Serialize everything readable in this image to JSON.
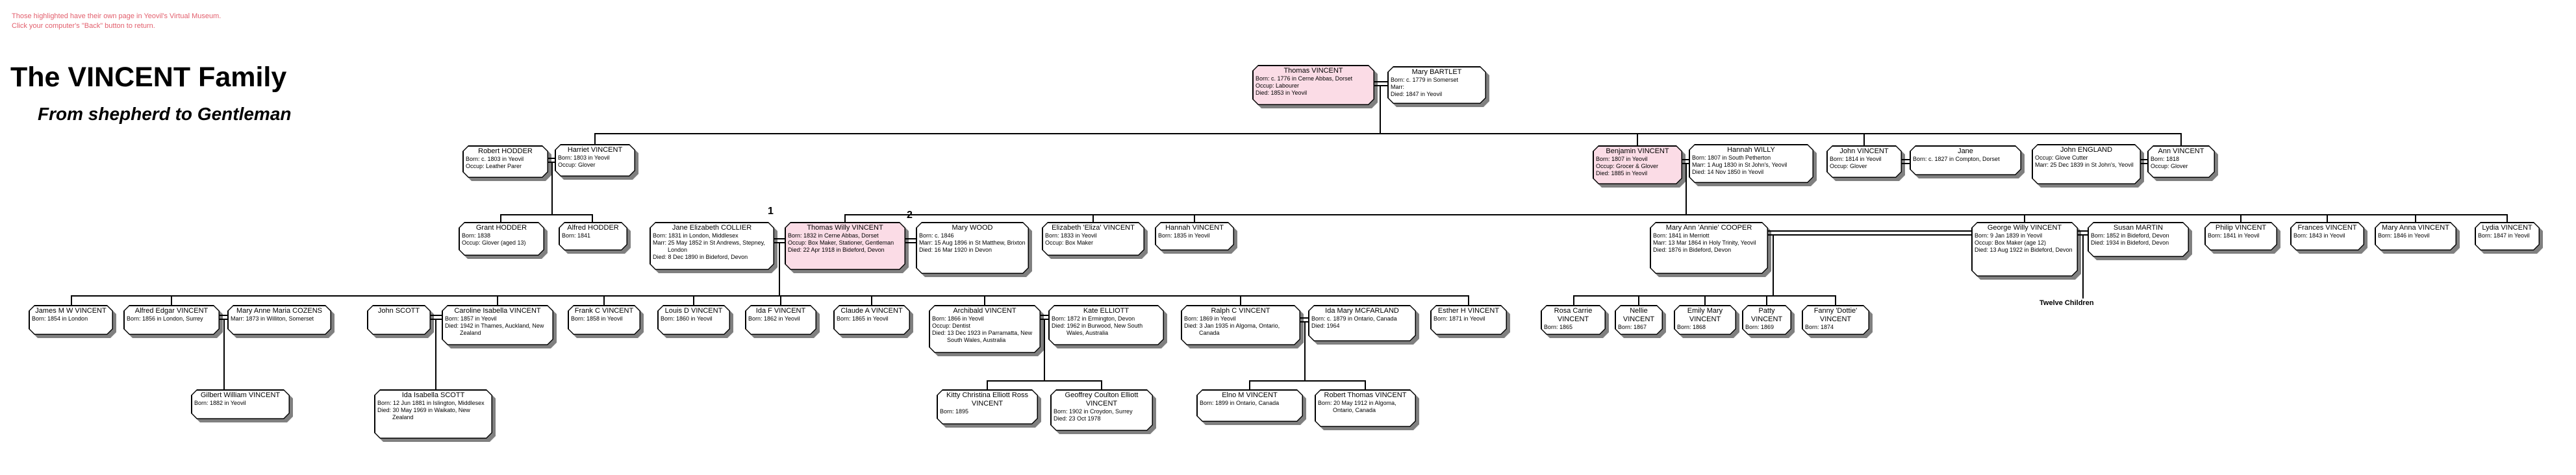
{
  "header": {
    "note_line1": "Those highlighted have their own page in Yeovil's Virtual Museum.",
    "note_line2": "Click your computer's \"Back\" button to return.",
    "title": "The VINCENT Family",
    "subtitle": "From shepherd to Gentleman"
  },
  "markers": {
    "first_marriage": "1",
    "second_marriage": "2",
    "twelve_children": "Twelve Children"
  },
  "colors": {
    "highlight_pink": "#fbdce6",
    "note_red": "#e25f6d",
    "box_shadow_gray": "#808080",
    "line_black": "#000000"
  },
  "tree": {
    "persons": [
      {
        "id": "thomas-vincent",
        "name": "Thomas VINCENT",
        "highlighted": true,
        "details": [
          "Born: c. 1776 in Cerne Abbas, Dorset",
          "Occup: Labourer",
          "Died: 1853 in Yeovil"
        ]
      },
      {
        "id": "mary-bartlet",
        "name": "Mary BARTLET",
        "highlighted": false,
        "details": [
          "Born: c. 1779 in Somerset",
          "Marr:",
          "Died: 1847 in Yeovil"
        ]
      },
      {
        "id": "robert-hodder",
        "name": "Robert HODDER",
        "highlighted": false,
        "details": [
          "Born: c. 1803 in Yeovil",
          "Occup: Leather Parer"
        ]
      },
      {
        "id": "harriet-vincent",
        "name": "Harriet VINCENT",
        "highlighted": false,
        "details": [
          "Born: 1803 in Yeovil",
          "Occup: Glover"
        ]
      },
      {
        "id": "benjamin-vincent",
        "name": "Benjamin VINCENT",
        "highlighted": true,
        "details": [
          "Born: 1807 in Yeovil",
          "Occup: Grocer & Glover",
          "Died: 1885 in Yeovil"
        ]
      },
      {
        "id": "hannah-willy",
        "name": "Hannah WILLY",
        "highlighted": false,
        "details": [
          "Born: 1807 in South Petherton",
          "Marr: 1 Aug 1830 in St John's, Yeovil",
          "Died: 14 Nov 1850 in Yeovil"
        ]
      },
      {
        "id": "john-vincent",
        "name": "John VINCENT",
        "highlighted": false,
        "details": [
          "Born: 1814 in Yeovil",
          "Occup: Glover"
        ]
      },
      {
        "id": "jane",
        "name": "Jane",
        "highlighted": false,
        "details": [
          "Born: c. 1827 in Compton, Dorset"
        ]
      },
      {
        "id": "john-england",
        "name": "John ENGLAND",
        "highlighted": false,
        "details": [
          "Occup: Glove Cutter",
          "Marr: 25 Dec 1839 in St John's, Yeovil"
        ]
      },
      {
        "id": "ann-vincent",
        "name": "Ann VINCENT",
        "highlighted": false,
        "details": [
          "Born: 1818",
          "Occup: Glover"
        ]
      },
      {
        "id": "grant-hodder",
        "name": "Grant HODDER",
        "highlighted": false,
        "details": [
          "Born: 1838",
          "Occup: Glover (aged 13)"
        ]
      },
      {
        "id": "alfred-hodder",
        "name": "Alfred HODDER",
        "highlighted": false,
        "details": [
          "Born: 1841"
        ]
      },
      {
        "id": "jane-elizabeth-collier",
        "name": "Jane Elizabeth COLLIER",
        "highlighted": false,
        "details": [
          "Born: 1831 in London, Middlesex",
          "Marr: 25 May 1852 in St Andrews, Stepney, London",
          "Died: 8 Dec 1890 in Bideford, Devon"
        ]
      },
      {
        "id": "thomas-willy-vincent",
        "name": "Thomas Willy VINCENT",
        "highlighted": true,
        "details": [
          "Born: 1832 in Cerne Abbas, Dorset",
          "Occup: Box Maker, Stationer, Gentleman",
          "Died: 22 Apr 1918 in Bideford, Devon"
        ]
      },
      {
        "id": "mary-wood",
        "name": "Mary WOOD",
        "highlighted": false,
        "details": [
          "Born: c. 1846",
          "Marr: 15 Aug 1896 in St Matthew, Brixton",
          "Died: 16 Mar 1920 in Devon"
        ]
      },
      {
        "id": "elizabeth-eliza-vincent",
        "name": "Elizabeth 'Eliza' VINCENT",
        "highlighted": false,
        "details": [
          "Born: 1833 in Yeovil",
          "Occup: Box Maker"
        ]
      },
      {
        "id": "hannah-vincent",
        "name": "Hannah VINCENT",
        "highlighted": false,
        "details": [
          "Born: 1835 in Yeovil"
        ]
      },
      {
        "id": "mary-ann-annie-cooper",
        "name": "Mary Ann 'Annie' COOPER",
        "highlighted": false,
        "details": [
          "Born: 1841 in Merriott",
          "Marr: 13 Mar 1864 in Holy Trinity, Yeovil",
          "Died: 1876 in Bideford, Devon"
        ]
      },
      {
        "id": "george-willy-vincent",
        "name": "George Willy VINCENT",
        "highlighted": false,
        "details": [
          "Born: 9 Jan 1839 in Yeovil",
          "Occup: Box Maker (age 12)",
          "Died: 13 Aug 1922 in Bideford, Devon"
        ]
      },
      {
        "id": "susan-martin",
        "name": "Susan MARTIN",
        "highlighted": false,
        "details": [
          "Born: 1852 in Bideford, Devon",
          "Died: 1934 in Bideford, Devon"
        ]
      },
      {
        "id": "philip-vincent",
        "name": "Philip VINCENT",
        "highlighted": false,
        "details": [
          "Born: 1841 in Yeovil"
        ]
      },
      {
        "id": "frances-vincent",
        "name": "Frances VINCENT",
        "highlighted": false,
        "details": [
          "Born: 1843 in Yeovil"
        ]
      },
      {
        "id": "mary-anna-vincent",
        "name": "Mary Anna VINCENT",
        "highlighted": false,
        "details": [
          "Born: 1846 in Yeovil"
        ]
      },
      {
        "id": "lydia-vincent",
        "name": "Lydia VINCENT",
        "highlighted": false,
        "details": [
          "Born: 1847 in Yeovil"
        ]
      },
      {
        "id": "james-m-w-vincent",
        "name": "James M W VINCENT",
        "highlighted": false,
        "details": [
          "Born: 1854 in London"
        ]
      },
      {
        "id": "alfred-edgar-vincent",
        "name": "Alfred Edgar VINCENT",
        "highlighted": false,
        "details": [
          "Born: 1856 in London, Surrey"
        ]
      },
      {
        "id": "mary-anne-maria-cozens",
        "name": "Mary Anne Maria COZENS",
        "highlighted": false,
        "details": [
          "Marr: 1873 in Williton, Somerset"
        ]
      },
      {
        "id": "john-scott",
        "name": "John SCOTT",
        "highlighted": false,
        "details": []
      },
      {
        "id": "caroline-isabella-vincent",
        "name": "Caroline Isabella VINCENT",
        "highlighted": false,
        "details": [
          "Born: 1857 in Yeovil",
          "Died: 1942 in Thames, Auckland, New Zealand"
        ]
      },
      {
        "id": "frank-c-vincent",
        "name": "Frank C VINCENT",
        "highlighted": false,
        "details": [
          "Born: 1858 in Yeovil"
        ]
      },
      {
        "id": "louis-d-vincent",
        "name": "Louis D VINCENT",
        "highlighted": false,
        "details": [
          "Born: 1860 in Yeovil"
        ]
      },
      {
        "id": "ida-f-vincent",
        "name": "Ida F VINCENT",
        "highlighted": false,
        "details": [
          "Born: 1862 in Yeovil"
        ]
      },
      {
        "id": "claude-a-vincent",
        "name": "Claude A VINCENT",
        "highlighted": false,
        "details": [
          "Born: 1865 in Yeovil"
        ]
      },
      {
        "id": "archibald-vincent",
        "name": "Archibald VINCENT",
        "highlighted": false,
        "details": [
          "Born: 1866 in Yeovil",
          "Occup: Dentist",
          "Died: 13 Dec 1923 in Parramatta, New South Wales, Australia"
        ]
      },
      {
        "id": "kate-elliott",
        "name": "Kate ELLIOTT",
        "highlighted": false,
        "details": [
          "Born: 1872 in Ermington, Devon",
          "Died: 1962 in Burwood, New South Wales, Australia"
        ]
      },
      {
        "id": "ralph-c-vincent",
        "name": "Ralph C VINCENT",
        "highlighted": false,
        "details": [
          "Born: 1869 in Yeovil",
          "Died: 3 Jan 1935 in Algoma, Ontario, Canada"
        ]
      },
      {
        "id": "ida-mary-mcfarland",
        "name": "Ida Mary MCFARLAND",
        "highlighted": false,
        "details": [
          "Born: c. 1879 in Ontario, Canada",
          "Died: 1964"
        ]
      },
      {
        "id": "esther-h-vincent",
        "name": "Esther H VINCENT",
        "highlighted": false,
        "details": [
          "Born: 1871 in Yeovil"
        ]
      },
      {
        "id": "rosa-carrie-vincent",
        "name": "Rosa Carrie VINCENT",
        "highlighted": false,
        "details": [
          "Born: 1865"
        ]
      },
      {
        "id": "nellie-vincent",
        "name": "Nellie VINCENT",
        "highlighted": false,
        "details": [
          "Born: 1867"
        ]
      },
      {
        "id": "emily-mary-vincent",
        "name": "Emily Mary VINCENT",
        "highlighted": false,
        "details": [
          "Born: 1868"
        ]
      },
      {
        "id": "patty-vincent",
        "name": "Patty VINCENT",
        "highlighted": false,
        "details": [
          "Born: 1869"
        ]
      },
      {
        "id": "fanny-dottie-vincent",
        "name": "Fanny 'Dottie' VINCENT",
        "highlighted": false,
        "details": [
          "Born: 1874"
        ]
      },
      {
        "id": "gilbert-william-vincent",
        "name": "Gilbert William VINCENT",
        "highlighted": false,
        "details": [
          "Born: 1882 in Yeovil"
        ]
      },
      {
        "id": "ida-isabella-scott",
        "name": "Ida Isabella SCOTT",
        "highlighted": false,
        "details": [
          "Born: 12 Jun 1881 in Islington, Middlesex",
          "Died: 30 May 1969 in Waikato, New Zealand"
        ]
      },
      {
        "id": "kitty-christina-elliott-ross-vincent",
        "name": "Kitty Christina Elliott Ross VINCENT",
        "highlighted": false,
        "details": [
          "Born: 1895"
        ]
      },
      {
        "id": "geoffrey-coulton-elliott-vincent",
        "name": "Geoffrey Coulton Elliott VINCENT",
        "highlighted": false,
        "details": [
          "Born: 1902 in Croydon, Surrey",
          "Died: 23 Oct 1978"
        ]
      },
      {
        "id": "elno-m-vincent",
        "name": "Elno M VINCENT",
        "highlighted": false,
        "details": [
          "Born: 1899 in Ontario, Canada"
        ]
      },
      {
        "id": "robert-thomas-vincent",
        "name": "Robert Thomas VINCENT",
        "highlighted": false,
        "details": [
          "Born: 20 May 1912 in Algoma, Ontario, Canada"
        ]
      }
    ]
  }
}
